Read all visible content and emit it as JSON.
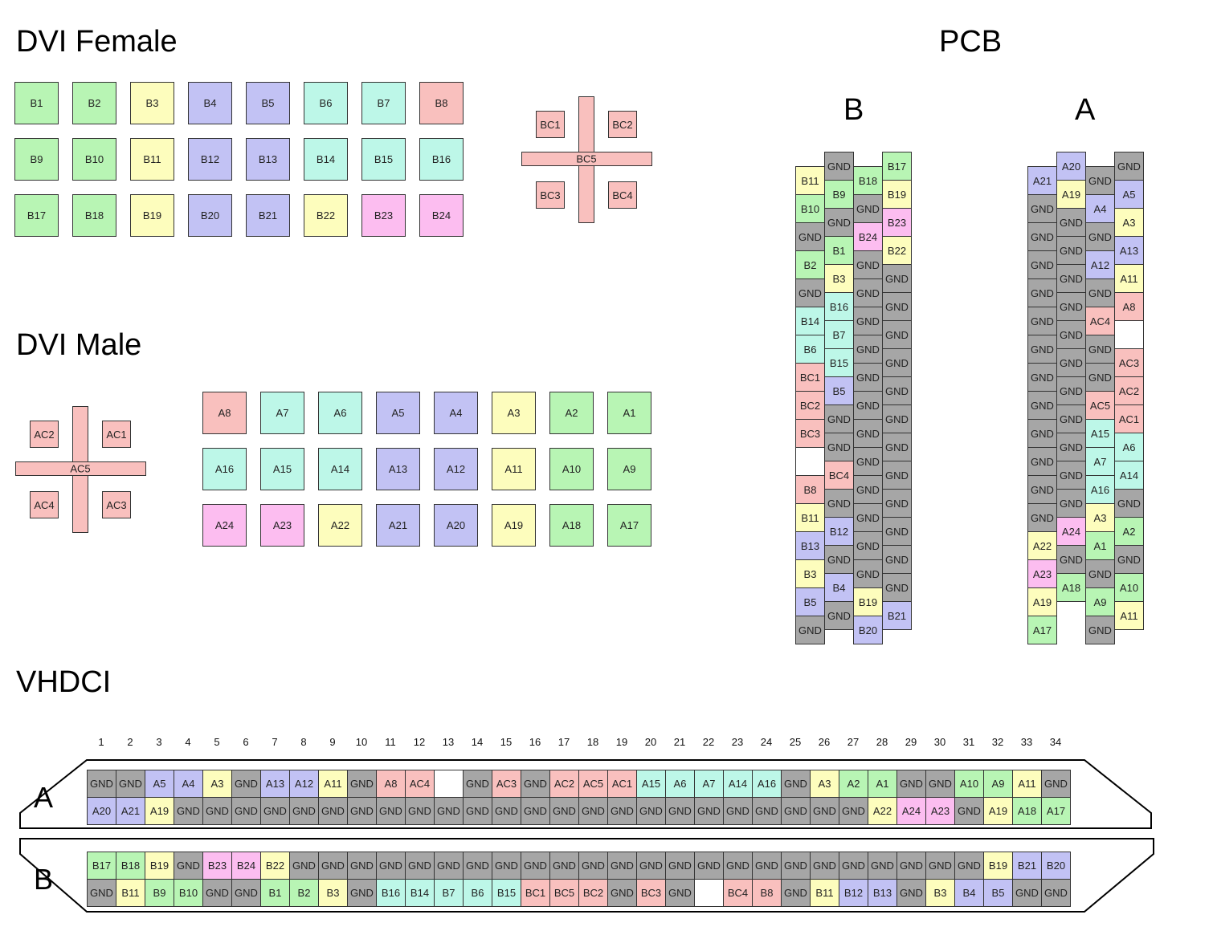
{
  "titles": {
    "female": "DVI Female",
    "male": "DVI Male",
    "pcb": "PCB",
    "vhdci": "VHDCI",
    "pcb_b": "B",
    "pcb_a": "A",
    "vhdci_a": "A",
    "vhdci_b": "B"
  },
  "colors": {
    "green": "#b8f5b4",
    "yellow": "#fdfdbd",
    "blue": "#c2c2f4",
    "cyan": "#bdf7e8",
    "red": "#f9c0be",
    "pink": "#fcbdf0",
    "gray": "#a6a6a6",
    "white": "#ffffff"
  },
  "female": {
    "rows": [
      [
        "B1",
        "B2",
        "B3",
        "B4",
        "B5",
        "B6",
        "B7",
        "B8"
      ],
      [
        "B9",
        "B10",
        "B11",
        "B12",
        "B13",
        "B14",
        "B15",
        "B16"
      ],
      [
        "B17",
        "B18",
        "B19",
        "B20",
        "B21",
        "B22",
        "B23",
        "B24"
      ]
    ],
    "cross": {
      "tl": "BC1",
      "tr": "BC2",
      "bl": "BC3",
      "br": "BC4",
      "center": "BC5"
    }
  },
  "male": {
    "rows": [
      [
        "A8",
        "A7",
        "A6",
        "A5",
        "A4",
        "A3",
        "A2",
        "A1"
      ],
      [
        "A16",
        "A15",
        "A14",
        "A13",
        "A12",
        "A11",
        "A10",
        "A9"
      ],
      [
        "A24",
        "A23",
        "A22",
        "A21",
        "A20",
        "A19",
        "A18",
        "A17"
      ]
    ],
    "cross": {
      "tl": "AC2",
      "tr": "AC1",
      "bl": "AC4",
      "br": "AC3",
      "center": "AC5"
    }
  },
  "pcb_b_columns": [
    [
      "B11",
      "B10",
      "GND",
      "B2",
      "GND",
      "B14",
      "B6",
      "BC1",
      "BC2",
      "BC3",
      "",
      "B8",
      "B11",
      "B13",
      "B3",
      "B5",
      "GND"
    ],
    [
      "GND",
      "B9",
      "GND",
      "B1",
      "B3",
      "B16",
      "B7",
      "B15",
      "B5",
      "GND",
      "GND",
      "BC4",
      "GND",
      "B12",
      "GND",
      "B4",
      "GND"
    ],
    [
      "B18",
      "GND",
      "B24",
      "GND",
      "GND",
      "GND",
      "GND",
      "GND",
      "GND",
      "GND",
      "GND",
      "GND",
      "GND",
      "GND",
      "GND",
      "B19",
      "B20"
    ],
    [
      "B17",
      "B19",
      "B23",
      "B22",
      "GND",
      "GND",
      "GND",
      "GND",
      "GND",
      "GND",
      "GND",
      "GND",
      "GND",
      "GND",
      "GND",
      "GND",
      "B21"
    ]
  ],
  "pcb_a_columns": [
    [
      "A21",
      "GND",
      "GND",
      "GND",
      "GND",
      "GND",
      "GND",
      "GND",
      "GND",
      "GND",
      "GND",
      "GND",
      "GND",
      "A22",
      "A23",
      "A19",
      "A17"
    ],
    [
      "A20",
      "A19",
      "GND",
      "GND",
      "GND",
      "GND",
      "GND",
      "GND",
      "GND",
      "GND",
      "GND",
      "GND",
      "GND",
      "A24",
      "GND",
      "A18"
    ],
    [
      "GND",
      "A4",
      "GND",
      "A12",
      "GND",
      "AC4",
      "GND",
      "GND",
      "AC5",
      "A15",
      "A7",
      "A16",
      "A3",
      "A1",
      "GND",
      "A9",
      "GND"
    ],
    [
      "GND",
      "A5",
      "A3",
      "A13",
      "A11",
      "A8",
      "",
      "AC3",
      "AC2",
      "AC1",
      "A6",
      "A14",
      "GND",
      "A2",
      "GND",
      "A10",
      "A11"
    ]
  ],
  "vhdci": {
    "numbers": [
      "1",
      "2",
      "3",
      "4",
      "5",
      "6",
      "7",
      "8",
      "9",
      "10",
      "11",
      "12",
      "13",
      "14",
      "15",
      "16",
      "17",
      "18",
      "19",
      "20",
      "21",
      "22",
      "23",
      "24",
      "25",
      "26",
      "27",
      "28",
      "29",
      "30",
      "31",
      "32",
      "33",
      "34"
    ],
    "a_top": [
      "GND",
      "GND",
      "A5",
      "A4",
      "A3",
      "GND",
      "A13",
      "A12",
      "A11",
      "GND",
      "A8",
      "AC4",
      "",
      "GND",
      "AC3",
      "GND",
      "AC2",
      "AC5",
      "AC1",
      "A15",
      "A6",
      "A7",
      "A14",
      "A16",
      "GND",
      "A3",
      "A2",
      "A1",
      "GND",
      "GND",
      "A10",
      "A9",
      "A11",
      "GND"
    ],
    "a_bot": [
      "A20",
      "A21",
      "A19",
      "GND",
      "GND",
      "GND",
      "GND",
      "GND",
      "GND",
      "GND",
      "GND",
      "GND",
      "GND",
      "GND",
      "GND",
      "GND",
      "GND",
      "GND",
      "GND",
      "GND",
      "GND",
      "GND",
      "GND",
      "GND",
      "GND",
      "GND",
      "GND",
      "A22",
      "A24",
      "A23",
      "GND",
      "A19",
      "A18",
      "A17"
    ],
    "b_top": [
      "B17",
      "B18",
      "B19",
      "GND",
      "B23",
      "B24",
      "B22",
      "GND",
      "GND",
      "GND",
      "GND",
      "GND",
      "GND",
      "GND",
      "GND",
      "GND",
      "GND",
      "GND",
      "GND",
      "GND",
      "GND",
      "GND",
      "GND",
      "GND",
      "GND",
      "GND",
      "GND",
      "GND",
      "GND",
      "GND",
      "GND",
      "B19",
      "B21",
      "B20"
    ],
    "b_bot": [
      "GND",
      "B11",
      "B9",
      "B10",
      "GND",
      "GND",
      "B1",
      "B2",
      "B3",
      "GND",
      "B16",
      "B14",
      "B7",
      "B6",
      "B15",
      "BC1",
      "BC5",
      "BC2",
      "GND",
      "BC3",
      "GND",
      "",
      "BC4",
      "B8",
      "GND",
      "B11",
      "B12",
      "B13",
      "GND",
      "B3",
      "B4",
      "B5",
      "GND",
      "GND"
    ]
  }
}
